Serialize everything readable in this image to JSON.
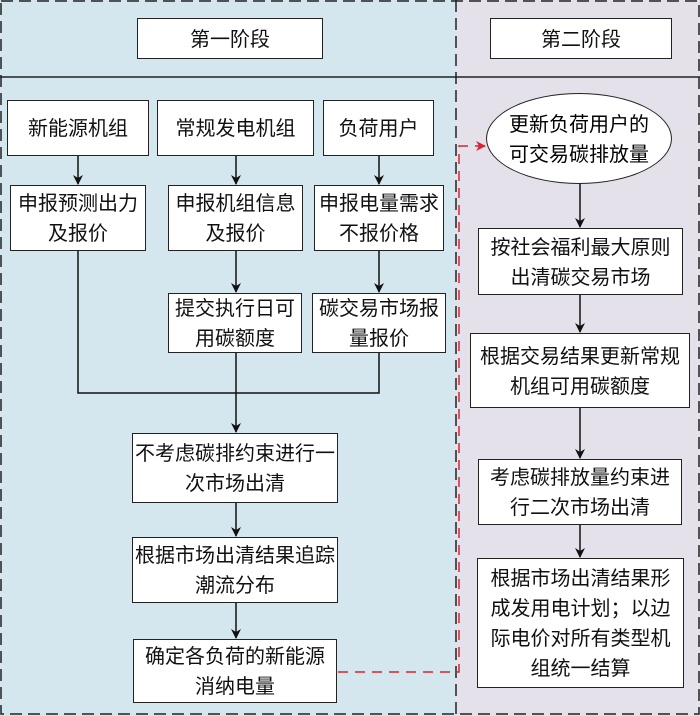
{
  "stage1": {
    "title": "第一阶段",
    "entities": [
      "新能源机组",
      "常规发电机组",
      "负荷用户"
    ],
    "reports": [
      "申报预测出力及报价",
      "申报机组信息及报价",
      "申报电量需求不报价格"
    ],
    "submit_quota": "提交执行日可用碳额度",
    "carbon_bid": "碳交易市场报量报价",
    "first_clear": "不考虑碳排约束进行一次市场出清",
    "trace_flow": "根据市场出清结果追踪潮流分布",
    "determine": "确定各负荷的新能源消纳电量"
  },
  "stage2": {
    "title": "第二阶段",
    "update_load": "更新负荷用户的可交易碳排放量",
    "clear_carbon": "按社会福利最大原则出清碳交易市场",
    "update_quota": "根据交易结果更新常规机组可用碳额度",
    "second_clear": "考虑碳排放量约束进行二次市场出清",
    "settle": "根据市场出清结果形成发用电计划；以边际电价对所有类型机组统一结算"
  },
  "colors": {
    "stage1_bg": "#d5e7ee",
    "stage2_bg": "#e5e1ea",
    "link": "#d9232f"
  }
}
